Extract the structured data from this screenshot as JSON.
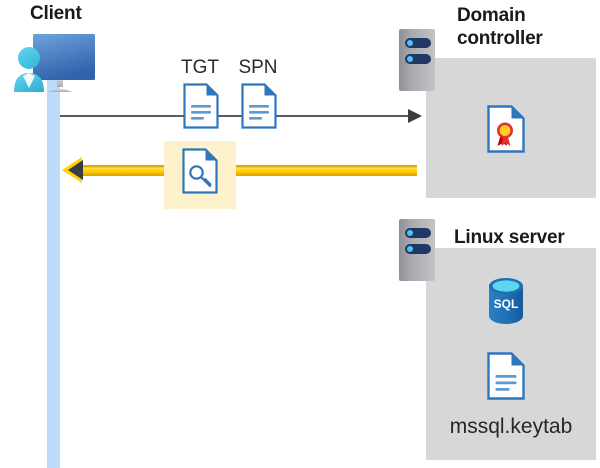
{
  "diagram": {
    "title_client": "Client",
    "title_domain_controller": "Domain\ncontroller",
    "title_domain_controller_line1": "Domain",
    "title_domain_controller_line2": "controller",
    "title_linux_server": "Linux server",
    "labels": {
      "tgt": "TGT",
      "spn": "SPN",
      "keytab_file": "mssql.keytab"
    },
    "icons": {
      "client_workstation": "user-computer-icon",
      "tgt_document": "document-icon",
      "spn_document": "document-icon",
      "service_ticket": "document-key-icon",
      "certificate": "certificate-document-icon",
      "sql_database": "sql-database-icon",
      "keytab_document": "document-icon",
      "domain_controller_rack": "server-rack-icon",
      "linux_server_rack": "server-rack-icon"
    },
    "connectors": {
      "request_arrow": {
        "direction": "client-to-domain-controller",
        "style": "thin-gray-arrow"
      },
      "response_arrow": {
        "direction": "domain-controller-to-client",
        "style": "thick-gold-arrow"
      }
    },
    "colors": {
      "panel_gray": "#d7d7d7",
      "lifeline_blue": "#bedbfa",
      "highlight_yellow": "#fdf2cc",
      "gold_arrow": "#ffd400",
      "gray_arrow": "#5a5a60",
      "doc_blue": "#2f77bd",
      "sql_blue": "#1f6fb5",
      "rack_navy": "#1f3864",
      "rack_led_cyan": "#4fc3f7",
      "title_text": "#1a1a1a"
    }
  }
}
